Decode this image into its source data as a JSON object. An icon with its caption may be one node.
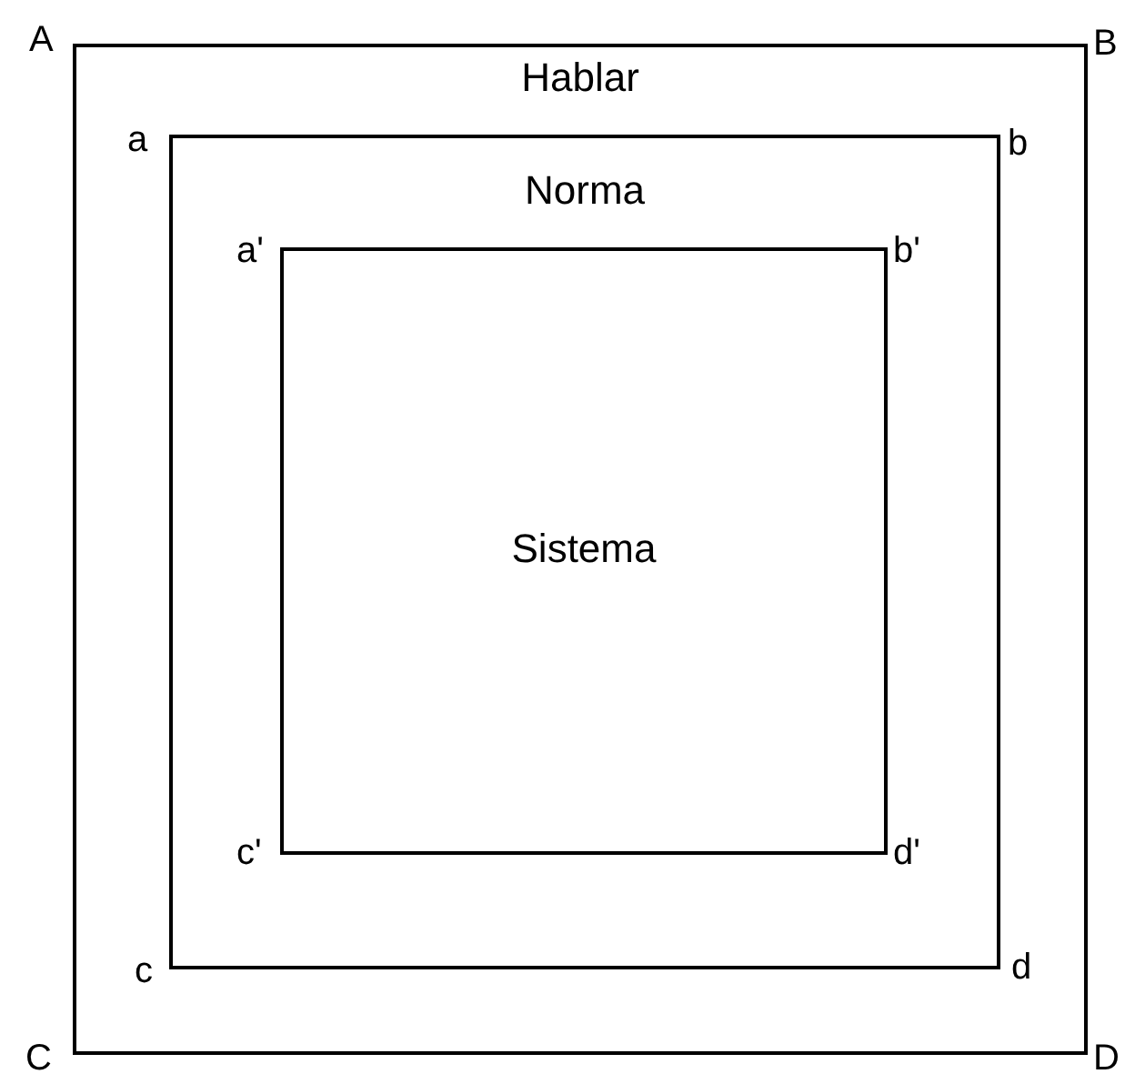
{
  "diagram": {
    "nodes": [
      {
        "text": [
          "Hablar"
        ]
      },
      {
        "text": [
          "Norma"
        ],
        "in": 0
      },
      {
        "text": [
          "Sistema"
        ],
        "in": 1
      }
    ],
    "labels": [
      "A",
      "B",
      "a",
      "b",
      "a'",
      "b'",
      "c'",
      "d'",
      "c",
      "d",
      "C",
      "D"
    ]
  }
}
